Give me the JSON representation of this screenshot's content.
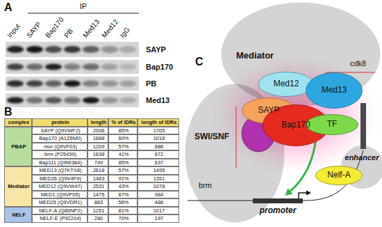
{
  "diagram": {
    "nodes": [
      {
        "text": [
          "Mediator",
          "cdk8"
        ]
      },
      {
        "text": [
          "Med12"
        ],
        "in": 0
      },
      {
        "text": [
          "Med13"
        ],
        "in": 0
      },
      {
        "text": [
          "SWI/SNF",
          "brm"
        ]
      },
      {
        "text": [
          "SAYP"
        ],
        "in": 3
      },
      {
        "text": [
          "Bap170"
        ],
        "in": 3
      },
      {
        "text": [
          "TF"
        ]
      },
      {
        "text": [
          "enhancer"
        ]
      },
      {
        "text": [
          "Nelf-A"
        ]
      },
      {
        "text": [
          "promoter"
        ]
      }
    ],
    "edges": [
      {
        "from": 6,
        "to": 9,
        "arrow": "to"
      }
    ],
    "labels": [
      "A",
      "B",
      "C",
      "IP",
      "Input",
      "SAYP",
      "Bap170",
      "PB",
      "Med13",
      "Med12",
      "IgG",
      "SAYP",
      "Bap170",
      "PB",
      "Med13",
      "complex",
      "protein",
      "length",
      "% of IDRs",
      "length of IDRs",
      "PBAP",
      "Mediator",
      "NELF",
      "SAYP (Q9VWF2)",
      "2006",
      "85%",
      "1705",
      "Bap170 (A1Z6M0)",
      "1688",
      "60%",
      "1016",
      "mor (Q9VF03)",
      "1209",
      "57%",
      "686",
      "brm (P25439)",
      "1638",
      "41%",
      "672",
      "Bap111 (Q9W384)",
      "749",
      "85%",
      "637",
      "MED13 (Q7KTX8)",
      "2618",
      "57%",
      "1495",
      "MED26 (Q9V4F9)",
      "1483",
      "91%",
      "1351",
      "MED12 (Q9VW47)",
      "2531",
      "43%",
      "1078",
      "MED1 (Q9VP05)",
      "1475",
      "67%",
      "984",
      "MED25 (Q9VDR1)",
      "863",
      "56%",
      "486",
      "NELF-A (Q86NP2)",
      "1251",
      "81%",
      "1017",
      "NELF-E (P92204)",
      "280",
      "70%",
      "197"
    ]
  }
}
